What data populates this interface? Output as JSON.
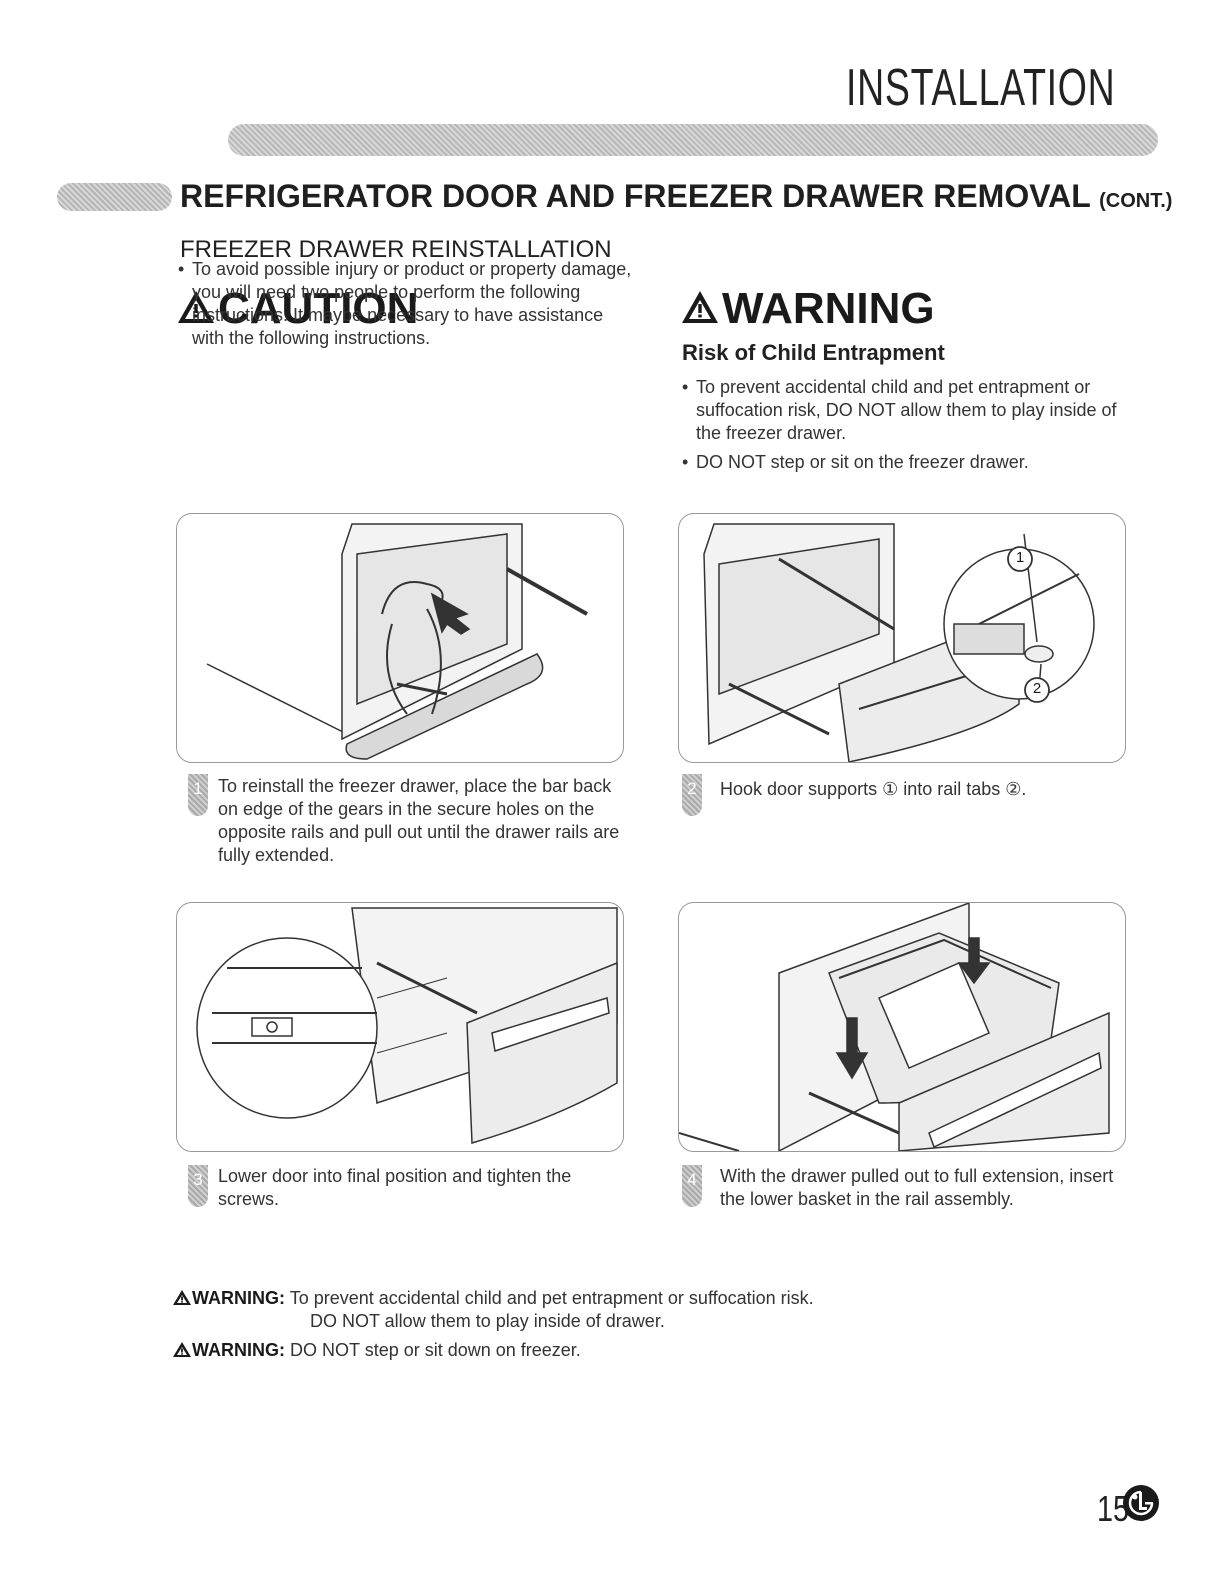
{
  "page": {
    "section_title": "INSTALLATION",
    "heading": "REFRIGERATOR DOOR AND FREEZER DRAWER REMOVAL",
    "heading_suffix": "(CONT.)",
    "subheading": "FREEZER DRAWER REINSTALLATION",
    "page_number": "15",
    "logo": "LG"
  },
  "caution": {
    "title": "CAUTION",
    "icon": "warning-triangle-icon",
    "bullets": [
      "To avoid possible injury or product or property damage, you will need two people to perform the following instructions. It maybe necessary to have assistance with the following instructions."
    ]
  },
  "warning": {
    "title": "WARNING",
    "icon": "warning-triangle-icon",
    "subtitle": "Risk of Child Entrapment",
    "bullets": [
      "To prevent accidental child and pet entrapment or suffocation risk, DO NOT allow them to play inside of the freezer drawer.",
      "DO NOT step or sit on the freezer drawer."
    ]
  },
  "steps": [
    {
      "number": "1",
      "text": "To reinstall the freezer drawer, place the bar back on edge of the gears in the secure holes on the opposite rails and pull out until the drawer rails are fully extended."
    },
    {
      "number": "2",
      "text": "Hook door supports ① into rail tabs ②.",
      "callouts": [
        "1",
        "2"
      ]
    },
    {
      "number": "3",
      "text": "Lower door into final position and tighten the screws."
    },
    {
      "number": "4",
      "text": "With the drawer pulled out to full extension, insert the lower basket in the rail assembly."
    }
  ],
  "footer_warnings": [
    {
      "label": "WARNING:",
      "lines": [
        "To prevent accidental child and pet entrapment or suffocation risk.",
        "DO NOT allow them to play inside of drawer."
      ]
    },
    {
      "label": "WARNING:",
      "lines": [
        "DO NOT step or sit down on freezer."
      ]
    }
  ]
}
